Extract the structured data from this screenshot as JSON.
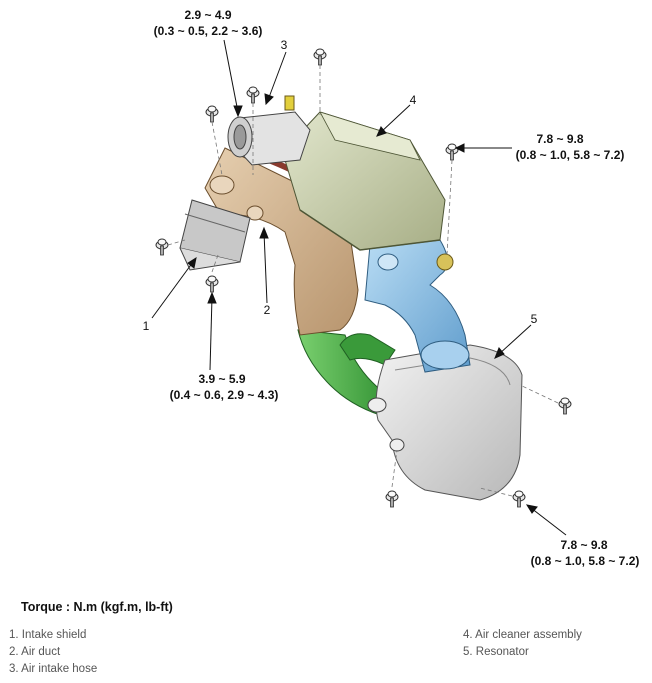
{
  "diagram": {
    "torque_labels": [
      {
        "line1": "2.9 ~ 4.9",
        "line2": "(0.3 ~ 0.5, 2.2 ~ 3.6)"
      },
      {
        "line1": "7.8 ~ 9.8",
        "line2": "(0.8 ~ 1.0, 5.8 ~ 7.2)"
      },
      {
        "line1": "3.9 ~ 5.9",
        "line2": "(0.4 ~ 0.6, 2.9 ~ 4.3)"
      },
      {
        "line1": "7.8 ~ 9.8",
        "line2": "(0.8 ~ 1.0, 5.8 ~ 7.2)"
      }
    ],
    "callouts": [
      "1",
      "2",
      "3",
      "4",
      "5"
    ],
    "colors": {
      "air_cleaner": "#c9cfae",
      "air_duct": "#d4b896",
      "intake_hose": "#4ea84e",
      "resonator": "#d6d6d6",
      "blue_duct": "#8cbfe3",
      "gasket": "#9a4a3a"
    }
  },
  "torque_title": "Torque : N.m (kgf.m, lb-ft)",
  "legend": {
    "left": [
      "1. Intake shield",
      "2. Air duct",
      "3. Air intake hose"
    ],
    "right": [
      "4. Air cleaner assembly",
      "5. Resonator"
    ]
  }
}
